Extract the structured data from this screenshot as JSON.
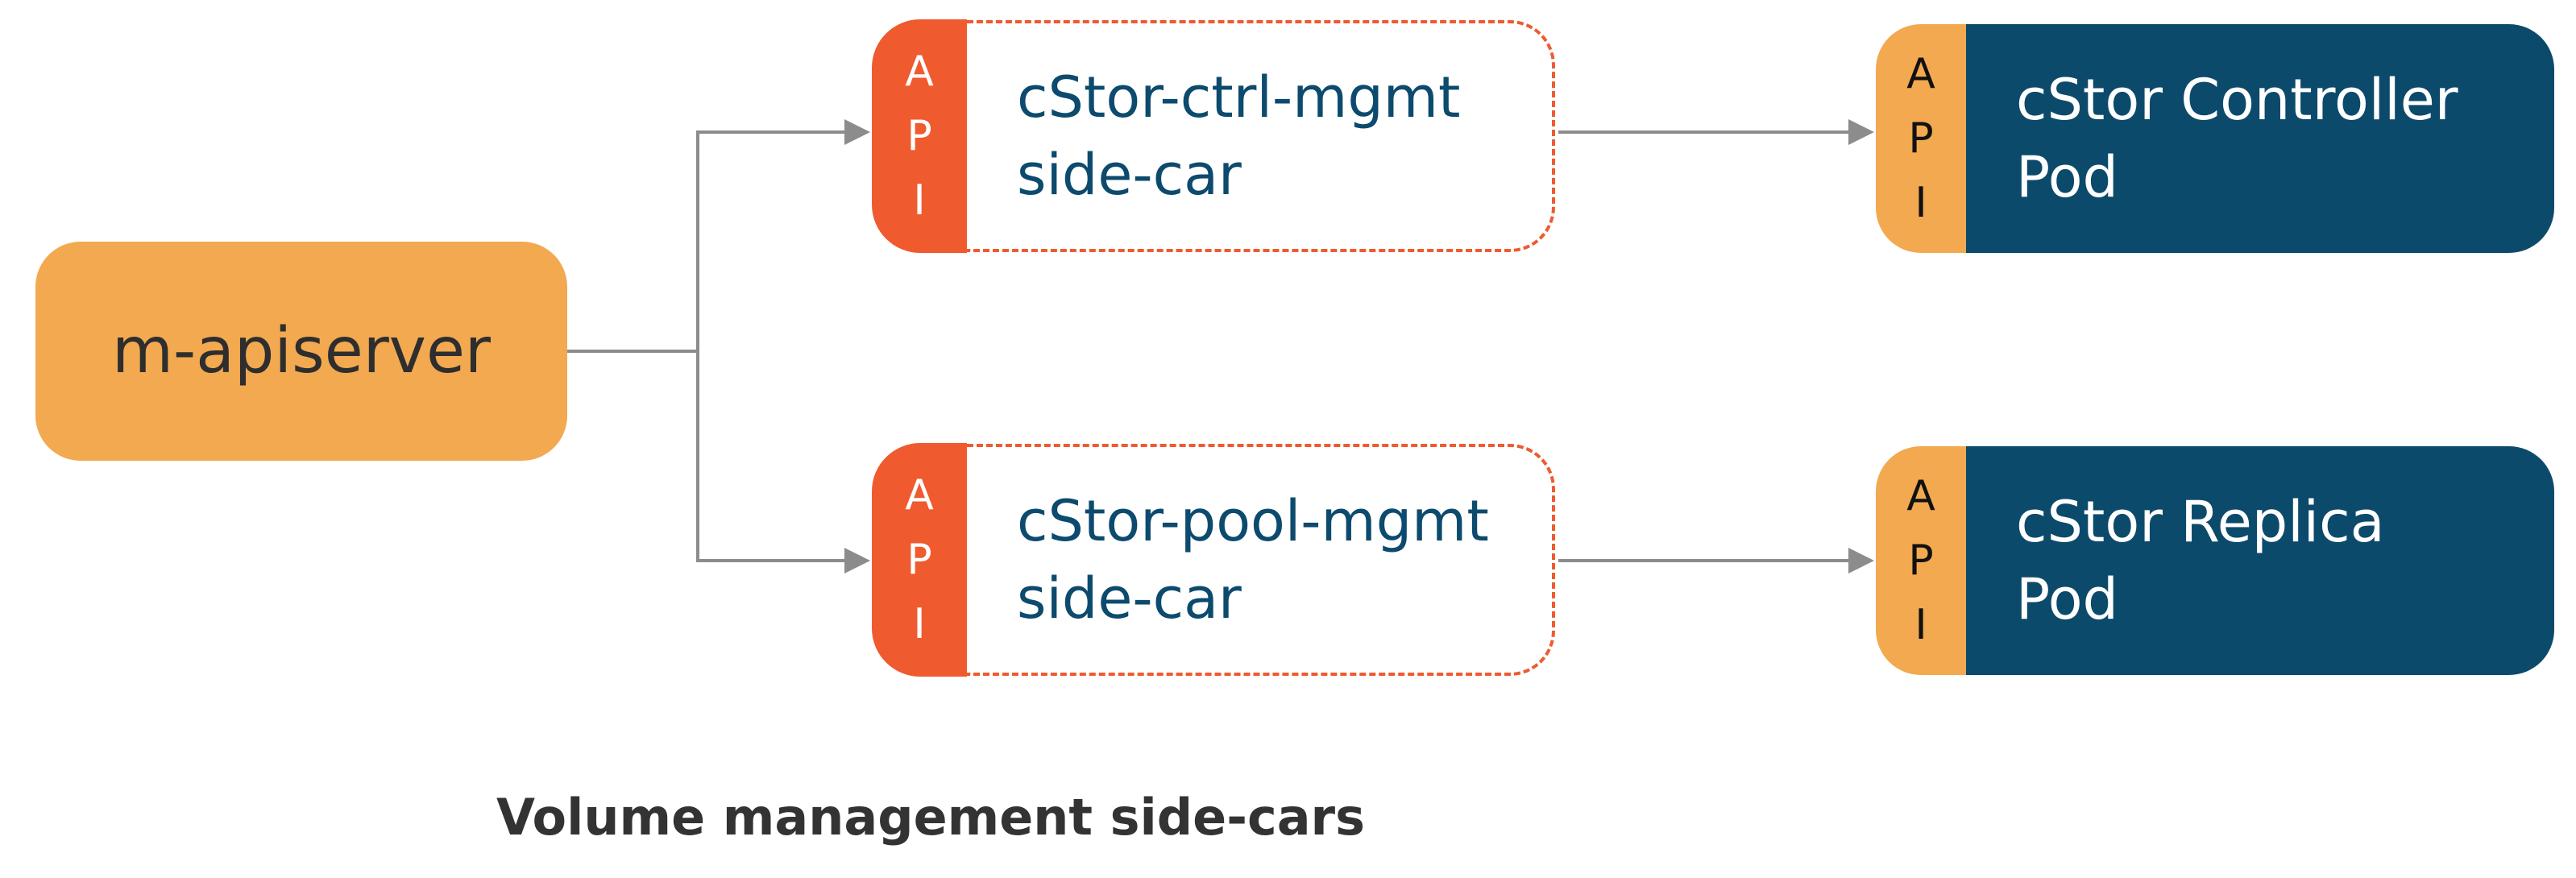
{
  "colors": {
    "apiserver_fill": "#F2A950",
    "sidecar_api_fill": "#EF5A2F",
    "sidecar_border": "#EF5A2F",
    "pod_api_fill": "#F2A950",
    "pod_fill": "#0C4A6B",
    "connector": "#8C8C8C",
    "sidecar_text": "#0C4A6E"
  },
  "apiserver": {
    "label": "m-apiserver"
  },
  "sidecars": [
    {
      "api_letters": [
        "A",
        "P",
        "I"
      ],
      "line1": "cStor-ctrl-mgmt",
      "line2": "side-car"
    },
    {
      "api_letters": [
        "A",
        "P",
        "I"
      ],
      "line1": "cStor-pool-mgmt",
      "line2": "side-car"
    }
  ],
  "pods": [
    {
      "api_letters": [
        "A",
        "P",
        "I"
      ],
      "line1": "cStor Controller",
      "line2": "Pod"
    },
    {
      "api_letters": [
        "A",
        "P",
        "I"
      ],
      "line1": "cStor Replica",
      "line2": "Pod"
    }
  ],
  "caption": "Volume management side-cars"
}
